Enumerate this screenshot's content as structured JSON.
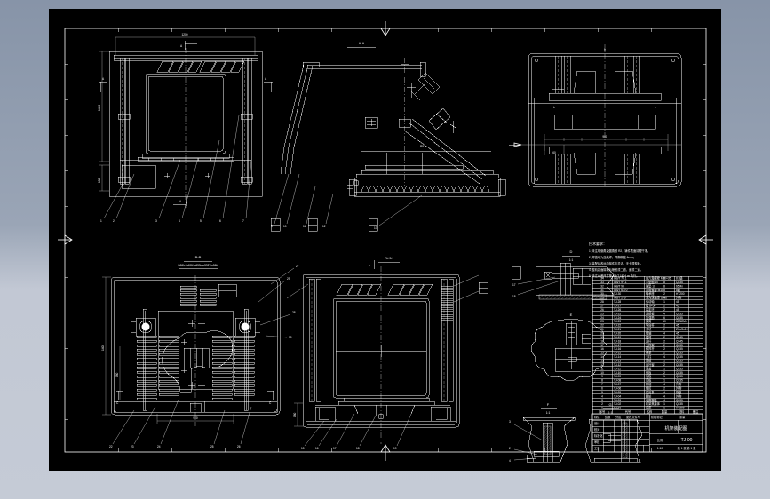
{
  "application": {
    "type": "cad-drawing-viewer",
    "canvas_background": "#000000",
    "page_background_top": "#8794a8",
    "page_background_bottom": "#c5cbd6",
    "line_color": "#ffffff"
  },
  "sheet": {
    "format": "A1 landscape",
    "border": "double-line frame with centering marks on all four edges",
    "zone_ticks_top": [
      "1",
      "2",
      "3",
      "4",
      "5",
      "6",
      "7",
      "8",
      "9",
      "10",
      "11",
      "12"
    ],
    "zone_ticks_left": [
      "A",
      "B",
      "C",
      "D",
      "E",
      "F"
    ]
  },
  "views": [
    {
      "id": "view-front-elevation",
      "label": "",
      "description": "front elevation of frame assembly with roof louvres, twin vertical columns, base rail and dimension chain",
      "section_markers": [
        "A",
        "A"
      ]
    },
    {
      "id": "view-side-elevation-a-a",
      "label": "A-A",
      "description": "side elevation / section A-A showing inclined braced mast, diagonal strut, spring coil base and anchor plate"
    },
    {
      "id": "view-plan",
      "label": "",
      "description": "top plan view showing symmetric rail pair, cross beam and central key slot"
    },
    {
      "id": "view-section-b-b",
      "label": "B-B",
      "description": "enlarged plan section with louvre banks, twin bearing housings and central cam profile"
    },
    {
      "id": "view-section-c-c",
      "label": "C-C",
      "description": "rear elevation section with louvre roof, frame panel, base skid and leader callouts"
    },
    {
      "id": "detail-d",
      "label": "D",
      "scale": "1:1",
      "description": "break-out detail of bracket and fastener joint with hatched plate"
    },
    {
      "id": "detail-e",
      "label": "E",
      "description": "revision-cloud detail of shaft and flange connection"
    },
    {
      "id": "detail-f",
      "label": "F",
      "scale": "1:1",
      "description": "break-out detail of column base with internal hatched web"
    },
    {
      "id": "detail-g",
      "label": "G",
      "scale": "1:1",
      "description": "break-out detail of column base opposite hand with edge hatching"
    }
  ],
  "notes_block": {
    "heading": "技术要求：",
    "lines": [
      "1. 未注明倒角及圆角按 R2，铸件表面清理干净。",
      "2. 焊缝均为连续焊，焊脚高度 6mm。",
      "3. 装配后各运动部件应灵活，无卡滞现象。",
      "4. 整机表面除锈后喷底漆二道，面漆二道。",
      "5. 未注公差尺寸按 GB/T 1804-m 执行。"
    ]
  },
  "parts_list": {
    "columns": [
      "序号",
      "代号",
      "名称",
      "数量",
      "材料",
      "单重",
      "总重",
      "备注"
    ],
    "rows": [
      {
        "no": "34",
        "code": "GB/T 70.1",
        "name": "内六角螺栓 M10×35",
        "qty": "8",
        "material": "8.8级"
      },
      {
        "no": "33",
        "code": "GB/T 97.1",
        "name": "平垫圈 10",
        "qty": "8",
        "material": "Q235"
      },
      {
        "no": "32",
        "code": "GB/T 93",
        "name": "弹垫 10",
        "qty": "8",
        "material": "65Mn"
      },
      {
        "no": "31",
        "code": "GB/T 6170",
        "name": "六角螺母 M10",
        "qty": "8",
        "material": "8级"
      },
      {
        "no": "30",
        "code": "TJ-30",
        "name": "轴承座",
        "qty": "2",
        "material": "HT200"
      },
      {
        "no": "29",
        "code": "GB/T 276",
        "name": "深沟球轴承 6206",
        "qty": "4",
        "material": "外购"
      },
      {
        "no": "28",
        "code": "TJ-28",
        "name": "传动轴",
        "qty": "1",
        "material": "45"
      },
      {
        "no": "27",
        "code": "TJ-27",
        "name": "键 8×50",
        "qty": "2",
        "material": "45"
      },
      {
        "no": "26",
        "code": "TJ-26",
        "name": "客定环",
        "qty": "2",
        "material": "45"
      },
      {
        "no": "25",
        "code": "TJ-25",
        "name": "连接板",
        "qty": "4",
        "material": "Q235"
      },
      {
        "no": "24",
        "code": "TJ-24",
        "name": "加强筋",
        "qty": "6",
        "material": "Q235"
      },
      {
        "no": "23",
        "code": "TJ-23",
        "name": "弹簧",
        "qty": "10",
        "material": "60Si2Mn"
      },
      {
        "no": "22",
        "code": "TJ-22",
        "name": "导向杆",
        "qty": "2",
        "material": "45"
      },
      {
        "no": "21",
        "code": "TJ-21",
        "name": "滑块",
        "qty": "2",
        "material": "ZCuSn10"
      },
      {
        "no": "20",
        "code": "TJ-20",
        "name": "销轴",
        "qty": "4",
        "material": "45"
      },
      {
        "no": "19",
        "code": "TJ-19",
        "name": "摆臂",
        "qty": "2",
        "material": "Q345"
      },
      {
        "no": "18",
        "code": "TJ-18",
        "name": "连杆",
        "qty": "2",
        "material": "Q345"
      },
      {
        "no": "17",
        "code": "TJ-17",
        "name": "支撑架",
        "qty": "2",
        "material": "Q235"
      },
      {
        "no": "16",
        "code": "TJ-16",
        "name": "斜撑杆",
        "qty": "2",
        "material": "Q235"
      },
      {
        "no": "15",
        "code": "TJ-15",
        "name": "横梁",
        "qty": "2",
        "material": "Q235"
      },
      {
        "no": "14",
        "code": "TJ-14",
        "name": "立柱",
        "qty": "4",
        "material": "Q235"
      },
      {
        "no": "13",
        "code": "TJ-13",
        "name": "底板",
        "qty": "1",
        "material": "Q235"
      },
      {
        "no": "12",
        "code": "TJ-12",
        "name": "百叶窗",
        "qty": "2",
        "material": "Q235"
      },
      {
        "no": "11",
        "code": "TJ-11",
        "name": "顶盖",
        "qty": "1",
        "material": "Q235"
      },
      {
        "no": "10",
        "code": "TJ-10",
        "name": "侧板",
        "qty": "2",
        "material": "Q235"
      },
      {
        "no": "9",
        "code": "TJ-09",
        "name": "后板",
        "qty": "1",
        "material": "Q235"
      },
      {
        "no": "8",
        "code": "TJ-08",
        "name": "门板",
        "qty": "1",
        "material": "Q235"
      },
      {
        "no": "7",
        "code": "TJ-07",
        "name": "铰链",
        "qty": "4",
        "material": "外购"
      },
      {
        "no": "6",
        "code": "TJ-06",
        "name": "锁扣",
        "qty": "2",
        "material": "外购"
      },
      {
        "no": "5",
        "code": "TJ-05",
        "name": "密封条",
        "qty": "4",
        "material": "橡胶"
      },
      {
        "no": "4",
        "code": "TJ-04",
        "name": "脚轮",
        "qty": "4",
        "material": "外购"
      },
      {
        "no": "3",
        "code": "TJ-03",
        "name": "地脚螺栓",
        "qty": "4",
        "material": "Q235"
      },
      {
        "no": "2",
        "code": "TJ-02",
        "name": "机架焦接体",
        "qty": "1",
        "material": "Q235"
      },
      {
        "no": "1",
        "code": "TJ-01",
        "name": "底座",
        "qty": "1",
        "material": "HT200"
      }
    ]
  },
  "title_block": {
    "drawing_name": "机架装配图",
    "drawing_number": "TJ-00",
    "stage_mark": "标记",
    "qty_mark": "处数",
    "sheet_mark": "分区",
    "file_mark": "更改文件号",
    "sign_mark": "签名",
    "date_mark": "年月日",
    "designer_label": "设计",
    "checker_label": "校对",
    "standard_label": "标准化",
    "stage_label": "阶段标记",
    "weight_label": "重量",
    "scale_label": "比例",
    "scale_value": "1:10",
    "sheet_label": "共 1 张 第 1 张",
    "approver_label": "审核",
    "process_label": "工艺",
    "approve_label": "批准"
  },
  "callouts": {
    "front_elevation": [
      "1",
      "2",
      "3",
      "4",
      "5",
      "6",
      "7",
      "8"
    ],
    "side_elevation": [
      "9",
      "10",
      "11",
      "12",
      "13",
      "14"
    ],
    "section_bb": [
      "22",
      "23",
      "24",
      "25",
      "26",
      "27",
      "28",
      "29",
      "30",
      "31"
    ],
    "section_cc": [
      "15",
      "16",
      "17",
      "18",
      "19",
      "20",
      "21"
    ],
    "detail_d": [
      "17",
      "18",
      "19"
    ],
    "detail_f": [
      "2",
      "3",
      "4"
    ]
  },
  "dimensions": {
    "front_width": "1200",
    "front_height": "1400",
    "front_base": "180",
    "plan_width": "900",
    "plan_offset": "60",
    "section_width": "1060"
  }
}
